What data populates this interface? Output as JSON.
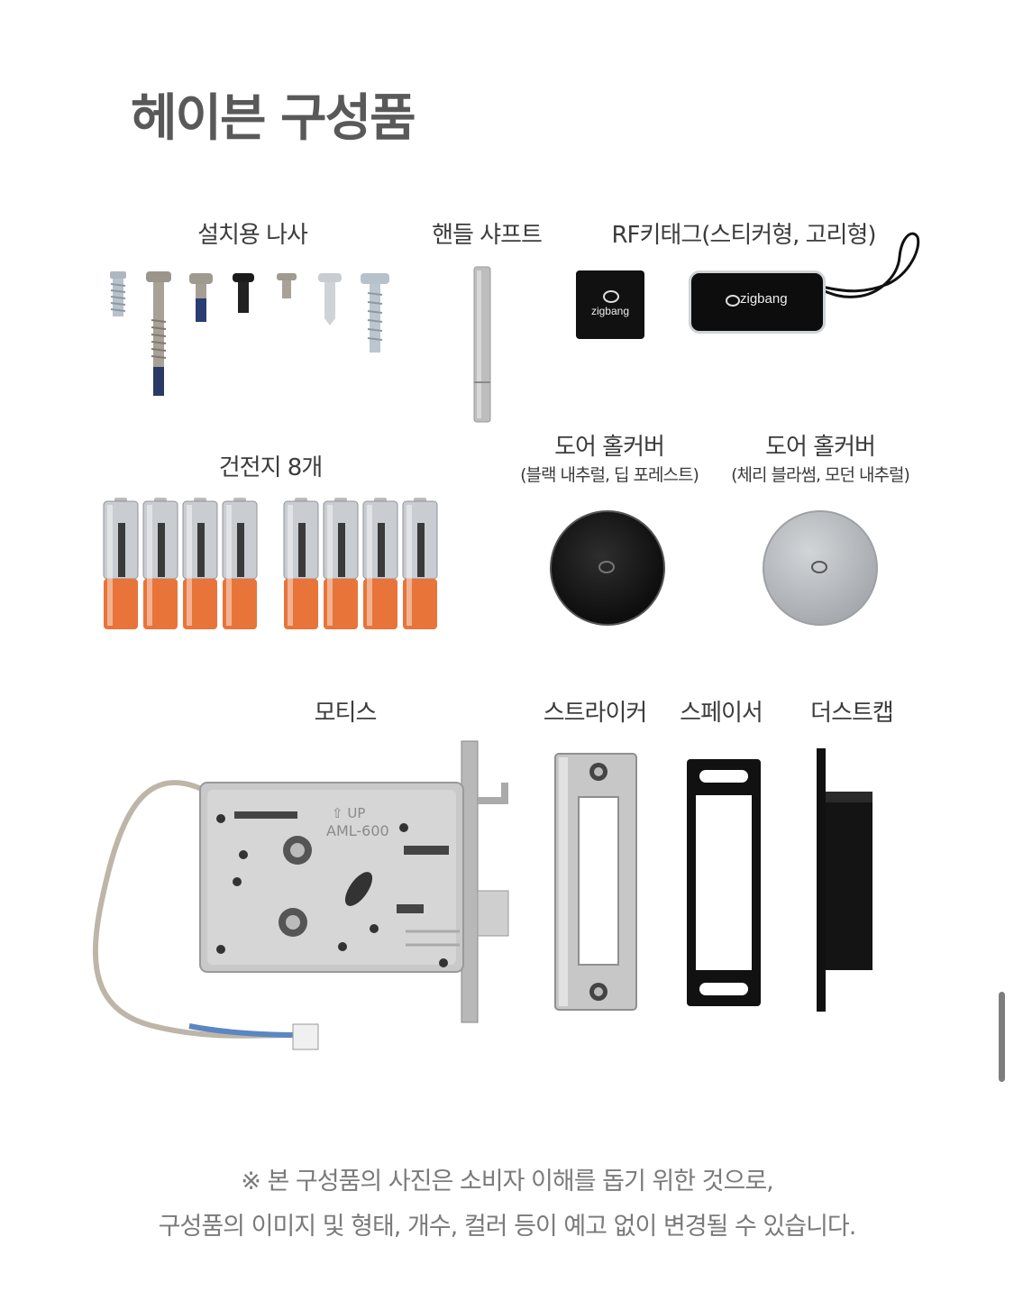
{
  "page": {
    "title": "헤이븐 구성품"
  },
  "components": {
    "screws": {
      "label": "설치용 나사"
    },
    "handle_shaft": {
      "label": "핸들 샤프트"
    },
    "rf_tag": {
      "label": "RF키태그(스티커형, 고리형)",
      "brand_text": "zigbang"
    },
    "batteries": {
      "label": "건전지 8개",
      "count": 8
    },
    "door_cover_black": {
      "label": "도어 홀커버",
      "sub": "(블랙 내추럴, 딥 포레스트)"
    },
    "door_cover_silver": {
      "label": "도어 홀커버",
      "sub": "(체리 블라썸, 모던 내추럴)"
    },
    "mortise": {
      "label": "모티스",
      "print_up": "⇧ UP",
      "print_model": "AML-600"
    },
    "striker": {
      "label": "스트라이커"
    },
    "spacer": {
      "label": "스페이서"
    },
    "dust_cap": {
      "label": "더스트캡"
    }
  },
  "notice": {
    "line1": "※ 본 구성품의 사진은 소비자 이해를 돕기 위한 것으로,",
    "line2": "구성품의 이미지 및 형태, 개수, 컬러 등이 예고 없이 변경될 수 있습니다."
  },
  "colors": {
    "title": "#595959",
    "label": "#3c3c3c",
    "notice": "#7a7a7a",
    "battery_orange": "#e8743a",
    "battery_silver": "#c9cdd2",
    "metal": "#c8c8c8",
    "black_part": "#151515",
    "silver_cover": "#b9bcc0"
  }
}
